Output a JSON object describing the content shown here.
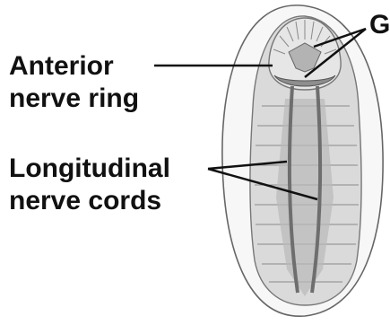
{
  "labels": {
    "anterior_nerve_ring": [
      "Anterior",
      "nerve ring"
    ],
    "longitudinal_nerve_cords": [
      "Longitudinal",
      "nerve cords"
    ],
    "ganglia_partial": "G"
  },
  "colors": {
    "outline": "#555555",
    "body_fill": "#d6d6d6",
    "outer_fill": "#f6f6f6",
    "nerve_fill": "#8e8e8e",
    "text": "#111111"
  }
}
